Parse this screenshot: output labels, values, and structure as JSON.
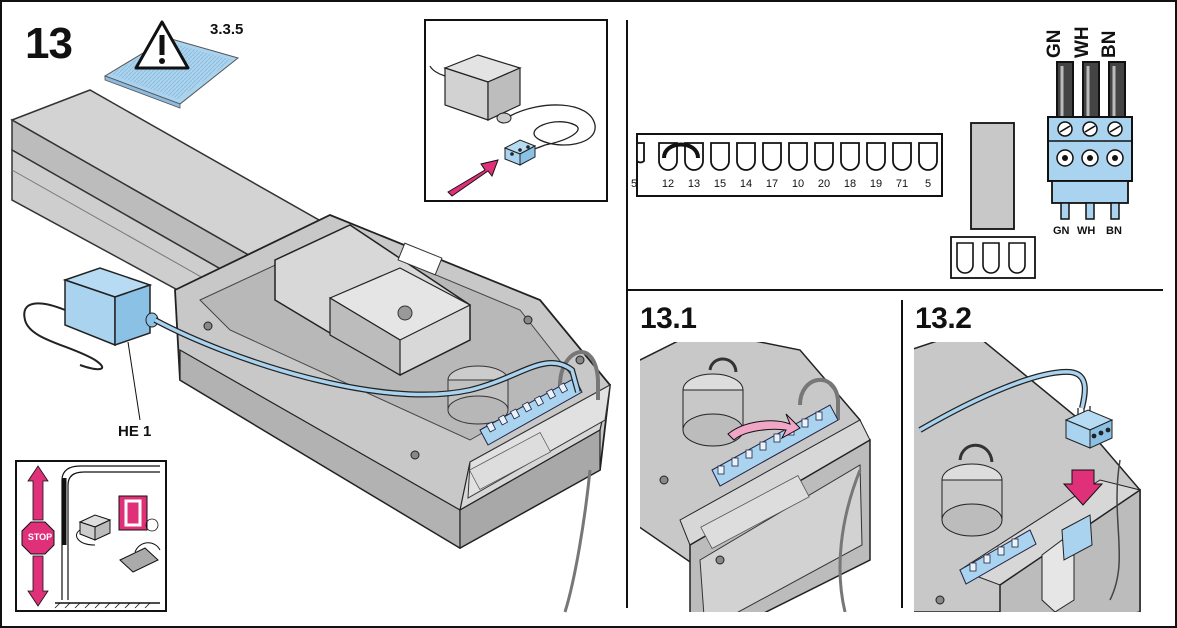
{
  "step": {
    "number": "13",
    "reference": "3.3.5",
    "component_label": "HE 1"
  },
  "sub_steps": [
    {
      "label": "13.1"
    },
    {
      "label": "13.2"
    }
  ],
  "terminal_block": {
    "terminals": [
      "5",
      "12",
      "13",
      "15",
      "14",
      "17",
      "10",
      "20",
      "18",
      "19",
      "71",
      "5"
    ]
  },
  "wire_colors": {
    "top": [
      "GN",
      "WH",
      "BN"
    ],
    "bottom": [
      "GN",
      "WH",
      "BN"
    ]
  },
  "signs": {
    "stop": "STOP"
  },
  "colors": {
    "accent": "#e0307a",
    "blue": "#a9d3ef",
    "gray": "#c9c8c8"
  }
}
